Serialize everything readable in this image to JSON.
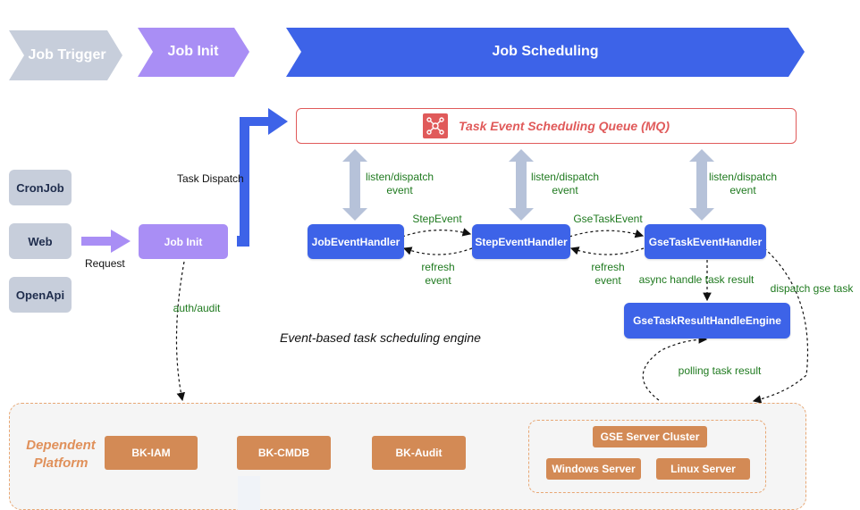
{
  "stages": {
    "job_trigger": "Job Trigger",
    "job_init": "Job Init",
    "job_scheduling": "Job Scheduling"
  },
  "triggers": [
    "CronJob",
    "Web",
    "OpenApi"
  ],
  "job_init_box": "Job Init",
  "labels": {
    "request": "Request",
    "task_dispatch": "Task Dispatch",
    "auth_audit": "auth/audit",
    "engine_caption": "Event-based task scheduling engine",
    "listen_dispatch_event_1": "listen/dispatch\nevent",
    "listen_dispatch_event_2": "listen/dispatch\nevent",
    "listen_dispatch_event_3": "listen/dispatch\nevent",
    "step_event": "StepEvent",
    "gse_task_event": "GseTaskEvent",
    "refresh_event_1": "refresh\nevent",
    "refresh_event_2": "refresh\nevent",
    "async_handle": "async handle task result",
    "dispatch_gse_task": "dispatch gse task",
    "polling_task_result": "polling task result"
  },
  "queue": {
    "title": "Task Event Scheduling Queue (MQ)",
    "icon": "message-queue-icon"
  },
  "handlers": {
    "job": "JobEventHandler",
    "step": "StepEventHandler",
    "gse_task": "GseTaskEventHandler",
    "gse_result": "GseTaskResultHandleEngine"
  },
  "platform": {
    "title": "Dependent Platform",
    "services": [
      "BK-IAM",
      "BK-CMDB",
      "BK-Audit"
    ],
    "gse": {
      "cluster": "GSE Server Cluster",
      "windows": "Windows Server",
      "linux": "Linux Server"
    }
  },
  "colors": {
    "trigger_stage": "#c7cedb",
    "init_stage": "#a98ef5",
    "scheduling_stage": "#3d63e8",
    "queue_accent": "#e05a5a",
    "platform_accent": "#d38a55",
    "label_green": "#1f7a1f"
  }
}
